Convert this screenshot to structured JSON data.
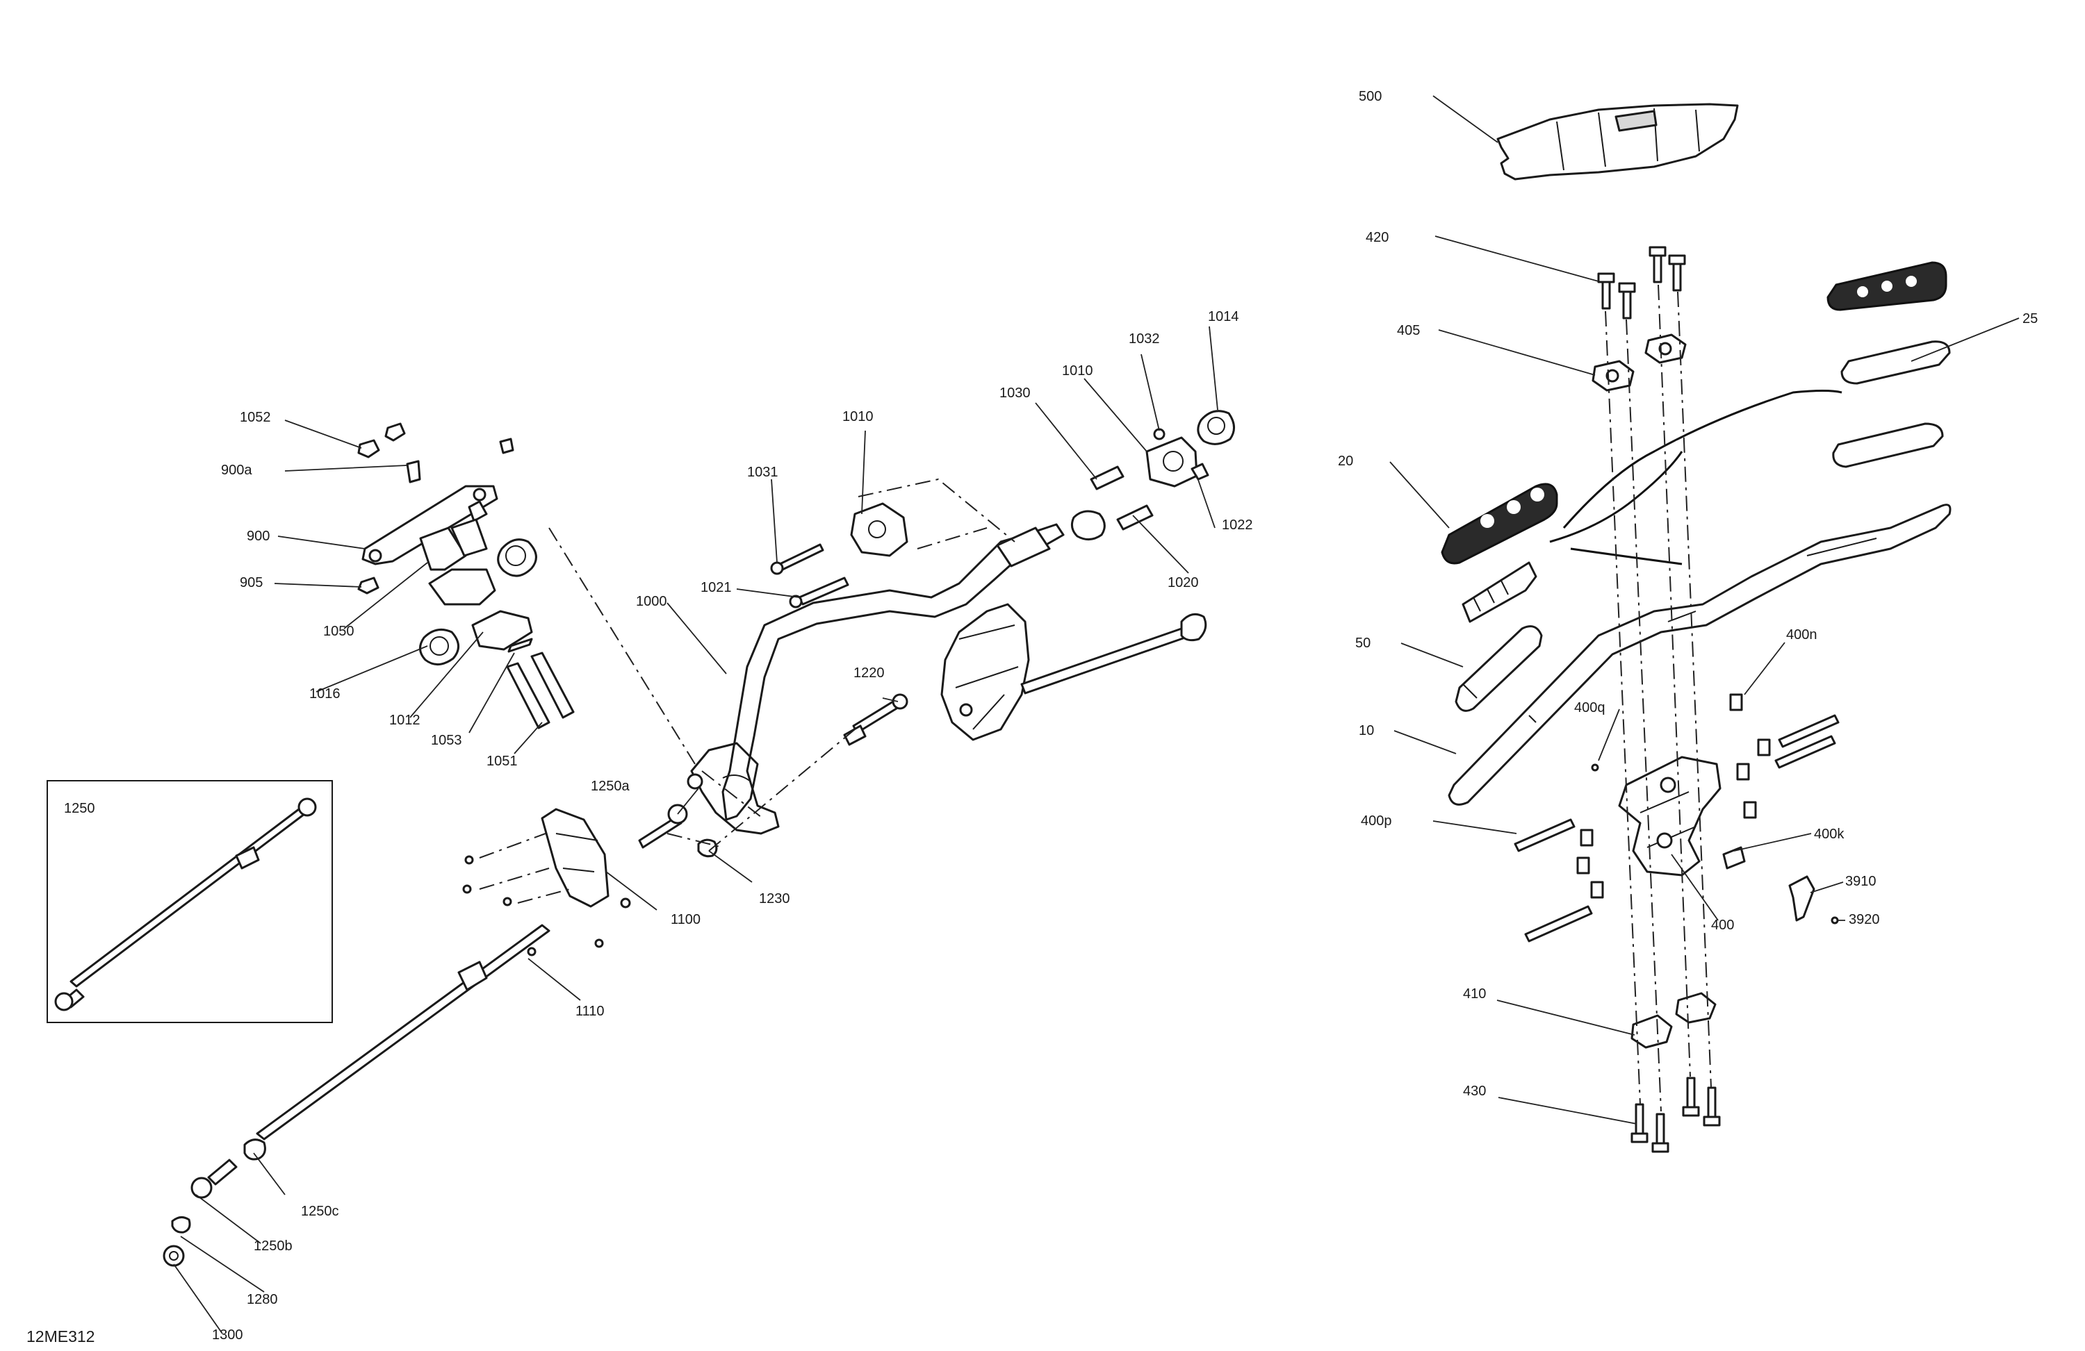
{
  "diagram": {
    "reference_code": "12ME312",
    "inset_label": "1250",
    "callouts": [
      {
        "id": "c500",
        "text": "500"
      },
      {
        "id": "c420",
        "text": "420"
      },
      {
        "id": "c405",
        "text": "405"
      },
      {
        "id": "c25",
        "text": "25"
      },
      {
        "id": "c20",
        "text": "20"
      },
      {
        "id": "c50",
        "text": "50"
      },
      {
        "id": "c10",
        "text": "10"
      },
      {
        "id": "c400n",
        "text": "400n"
      },
      {
        "id": "c400q",
        "text": "400q"
      },
      {
        "id": "c400p",
        "text": "400p"
      },
      {
        "id": "c400k",
        "text": "400k"
      },
      {
        "id": "c3910",
        "text": "3910"
      },
      {
        "id": "c3920",
        "text": "3920"
      },
      {
        "id": "c400",
        "text": "400"
      },
      {
        "id": "c410",
        "text": "410"
      },
      {
        "id": "c430",
        "text": "430"
      },
      {
        "id": "c1052",
        "text": "1052"
      },
      {
        "id": "c900a",
        "text": "900a"
      },
      {
        "id": "c900",
        "text": "900"
      },
      {
        "id": "c905",
        "text": "905"
      },
      {
        "id": "c1050",
        "text": "1050"
      },
      {
        "id": "c1016",
        "text": "1016"
      },
      {
        "id": "c1012",
        "text": "1012"
      },
      {
        "id": "c1053",
        "text": "1053"
      },
      {
        "id": "c1051",
        "text": "1051"
      },
      {
        "id": "c1010a",
        "text": "1010"
      },
      {
        "id": "c1031",
        "text": "1031"
      },
      {
        "id": "c1021",
        "text": "1021"
      },
      {
        "id": "c1000",
        "text": "1000"
      },
      {
        "id": "c1030",
        "text": "1030"
      },
      {
        "id": "c1010b",
        "text": "1010"
      },
      {
        "id": "c1032",
        "text": "1032"
      },
      {
        "id": "c1014",
        "text": "1014"
      },
      {
        "id": "c1022",
        "text": "1022"
      },
      {
        "id": "c1020",
        "text": "1020"
      },
      {
        "id": "c1220",
        "text": "1220"
      },
      {
        "id": "c1250a",
        "text": "1250a"
      },
      {
        "id": "c1230",
        "text": "1230"
      },
      {
        "id": "c1100",
        "text": "1100"
      },
      {
        "id": "c1110",
        "text": "1110"
      },
      {
        "id": "c1250c",
        "text": "1250c"
      },
      {
        "id": "c1250b",
        "text": "1250b"
      },
      {
        "id": "c1280",
        "text": "1280"
      },
      {
        "id": "c1300",
        "text": "1300"
      }
    ]
  }
}
